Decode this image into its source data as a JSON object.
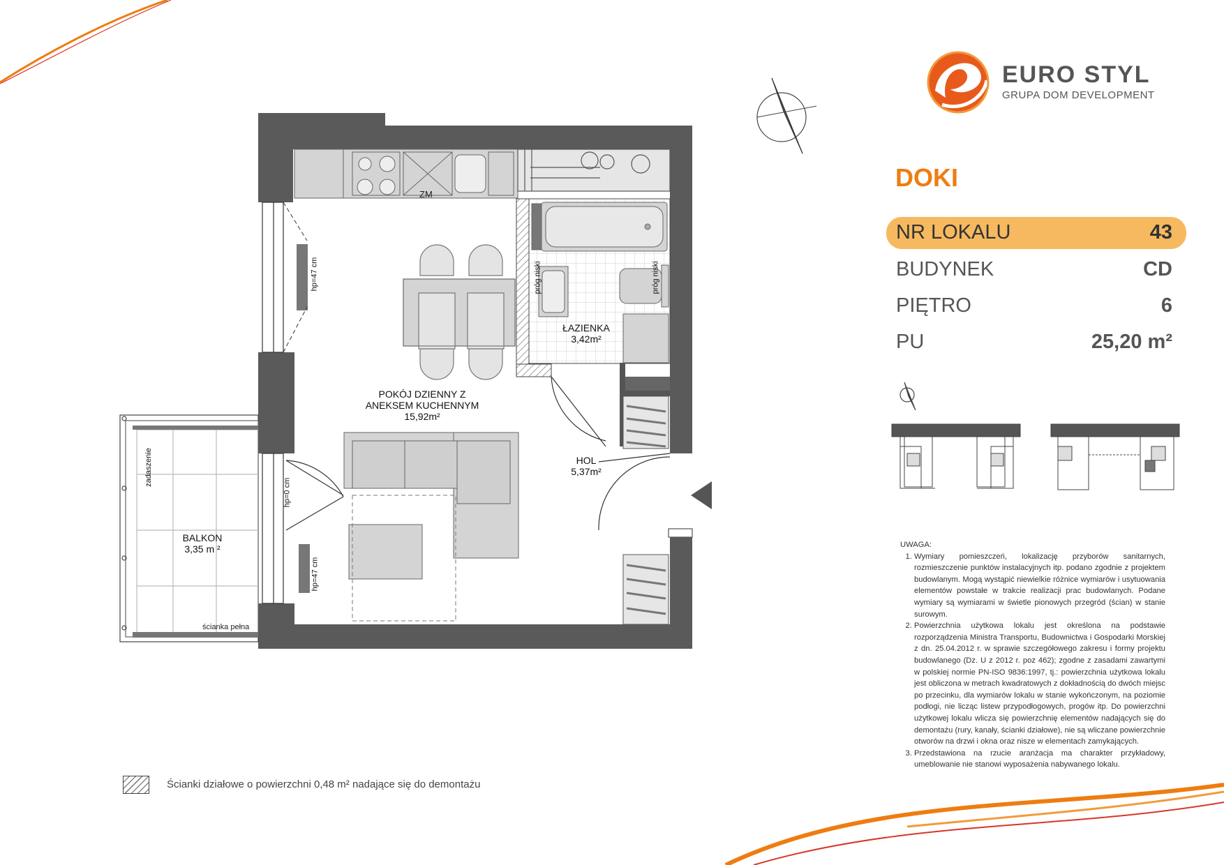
{
  "brand": {
    "name": "EURO STYL",
    "subtitle": "GRUPA DOM DEVELOPMENT",
    "color": "#e85a1c"
  },
  "project": {
    "name": "DOKI",
    "color": "#ee7d11"
  },
  "info": [
    {
      "label": "NR LOKALU",
      "value": "43",
      "highlight": true
    },
    {
      "label": "BUDYNEK",
      "value": "CD",
      "highlight": false
    },
    {
      "label": "PIĘTRO",
      "value": "6",
      "highlight": false
    },
    {
      "label": "PU",
      "value": "25,20 m²",
      "highlight": false
    }
  ],
  "rooms": {
    "living": {
      "name_line1": "POKÓJ DZIENNY Z",
      "name_line2": "ANEKSEM KUCHENNYM",
      "area": "15,92m²"
    },
    "bathroom": {
      "name": "ŁAZIENKA",
      "area": "3,42m²"
    },
    "hall": {
      "name": "HOL",
      "area": "5,37m²"
    },
    "balcony": {
      "name": "BALKON",
      "area": "3,35 m ²"
    }
  },
  "plan_labels": {
    "zm": "ZM",
    "hp47_top": "hp=47 cm",
    "hp0": "hp=0 cm",
    "hp47_bottom": "hp=47 cm",
    "prog1": "próg niski",
    "prog2": "próg niski",
    "zadaszenie": "zadaszenie",
    "scianka": "ścianka pełna"
  },
  "notes": {
    "title": "UWAGA:",
    "items": [
      "Wymiary pomieszczeń, lokalizację przyborów sanitarnych, rozmieszczenie punktów instalacyjnych itp. podano zgodnie z projektem budowlanym. Mogą wystąpić niewielkie różnice wymiarów i usytuowania elementów powstałe w trakcie realizacji prac budowlanych. Podane wymiary są wymiarami w świetle pionowych przegród (ścian) w stanie surowym.",
      "Powierzchnia użytkowa lokalu jest określona na podstawie rozporządzenia Ministra Transportu, Budownictwa i Gospodarki Morskiej z dn. 25.04.2012 r. w sprawie szczegółowego zakresu i formy projektu budowlanego (Dz. U z 2012 r. poz 462); zgodne z zasadami zawartymi w polskiej normie PN-ISO 9836:1997, tj.: powierzchnia użytkowa lokalu jest obliczona w metrach kwadratowych z dokładnością do dwóch miejsc po przecinku, dla wymiarów lokalu w stanie wykończonym, na poziomie podłogi, nie licząc listew przypodłogowych, progów itp. Do powierzchni użytkowej lokalu wlicza się powierzchnię elementów nadających się do demontażu (rury, kanały, ścianki działowe), nie są wliczane powierzchnie otworów na drzwi i okna oraz nisze w elementach zamykających.",
      "Przedstawiona na rzucie aranżacja ma charakter przykładowy, umeblowanie nie stanowi wyposażenia nabywanego lokalu."
    ]
  },
  "legend": {
    "text": "Ścianki działowe o powierzchni 0,48 m² nadające się do demontażu"
  },
  "colors": {
    "wall": "#5a5a5a",
    "furniture": "#d4d4d4",
    "accent": "#ee7d11",
    "highlight_bg": "#f7b95f"
  }
}
